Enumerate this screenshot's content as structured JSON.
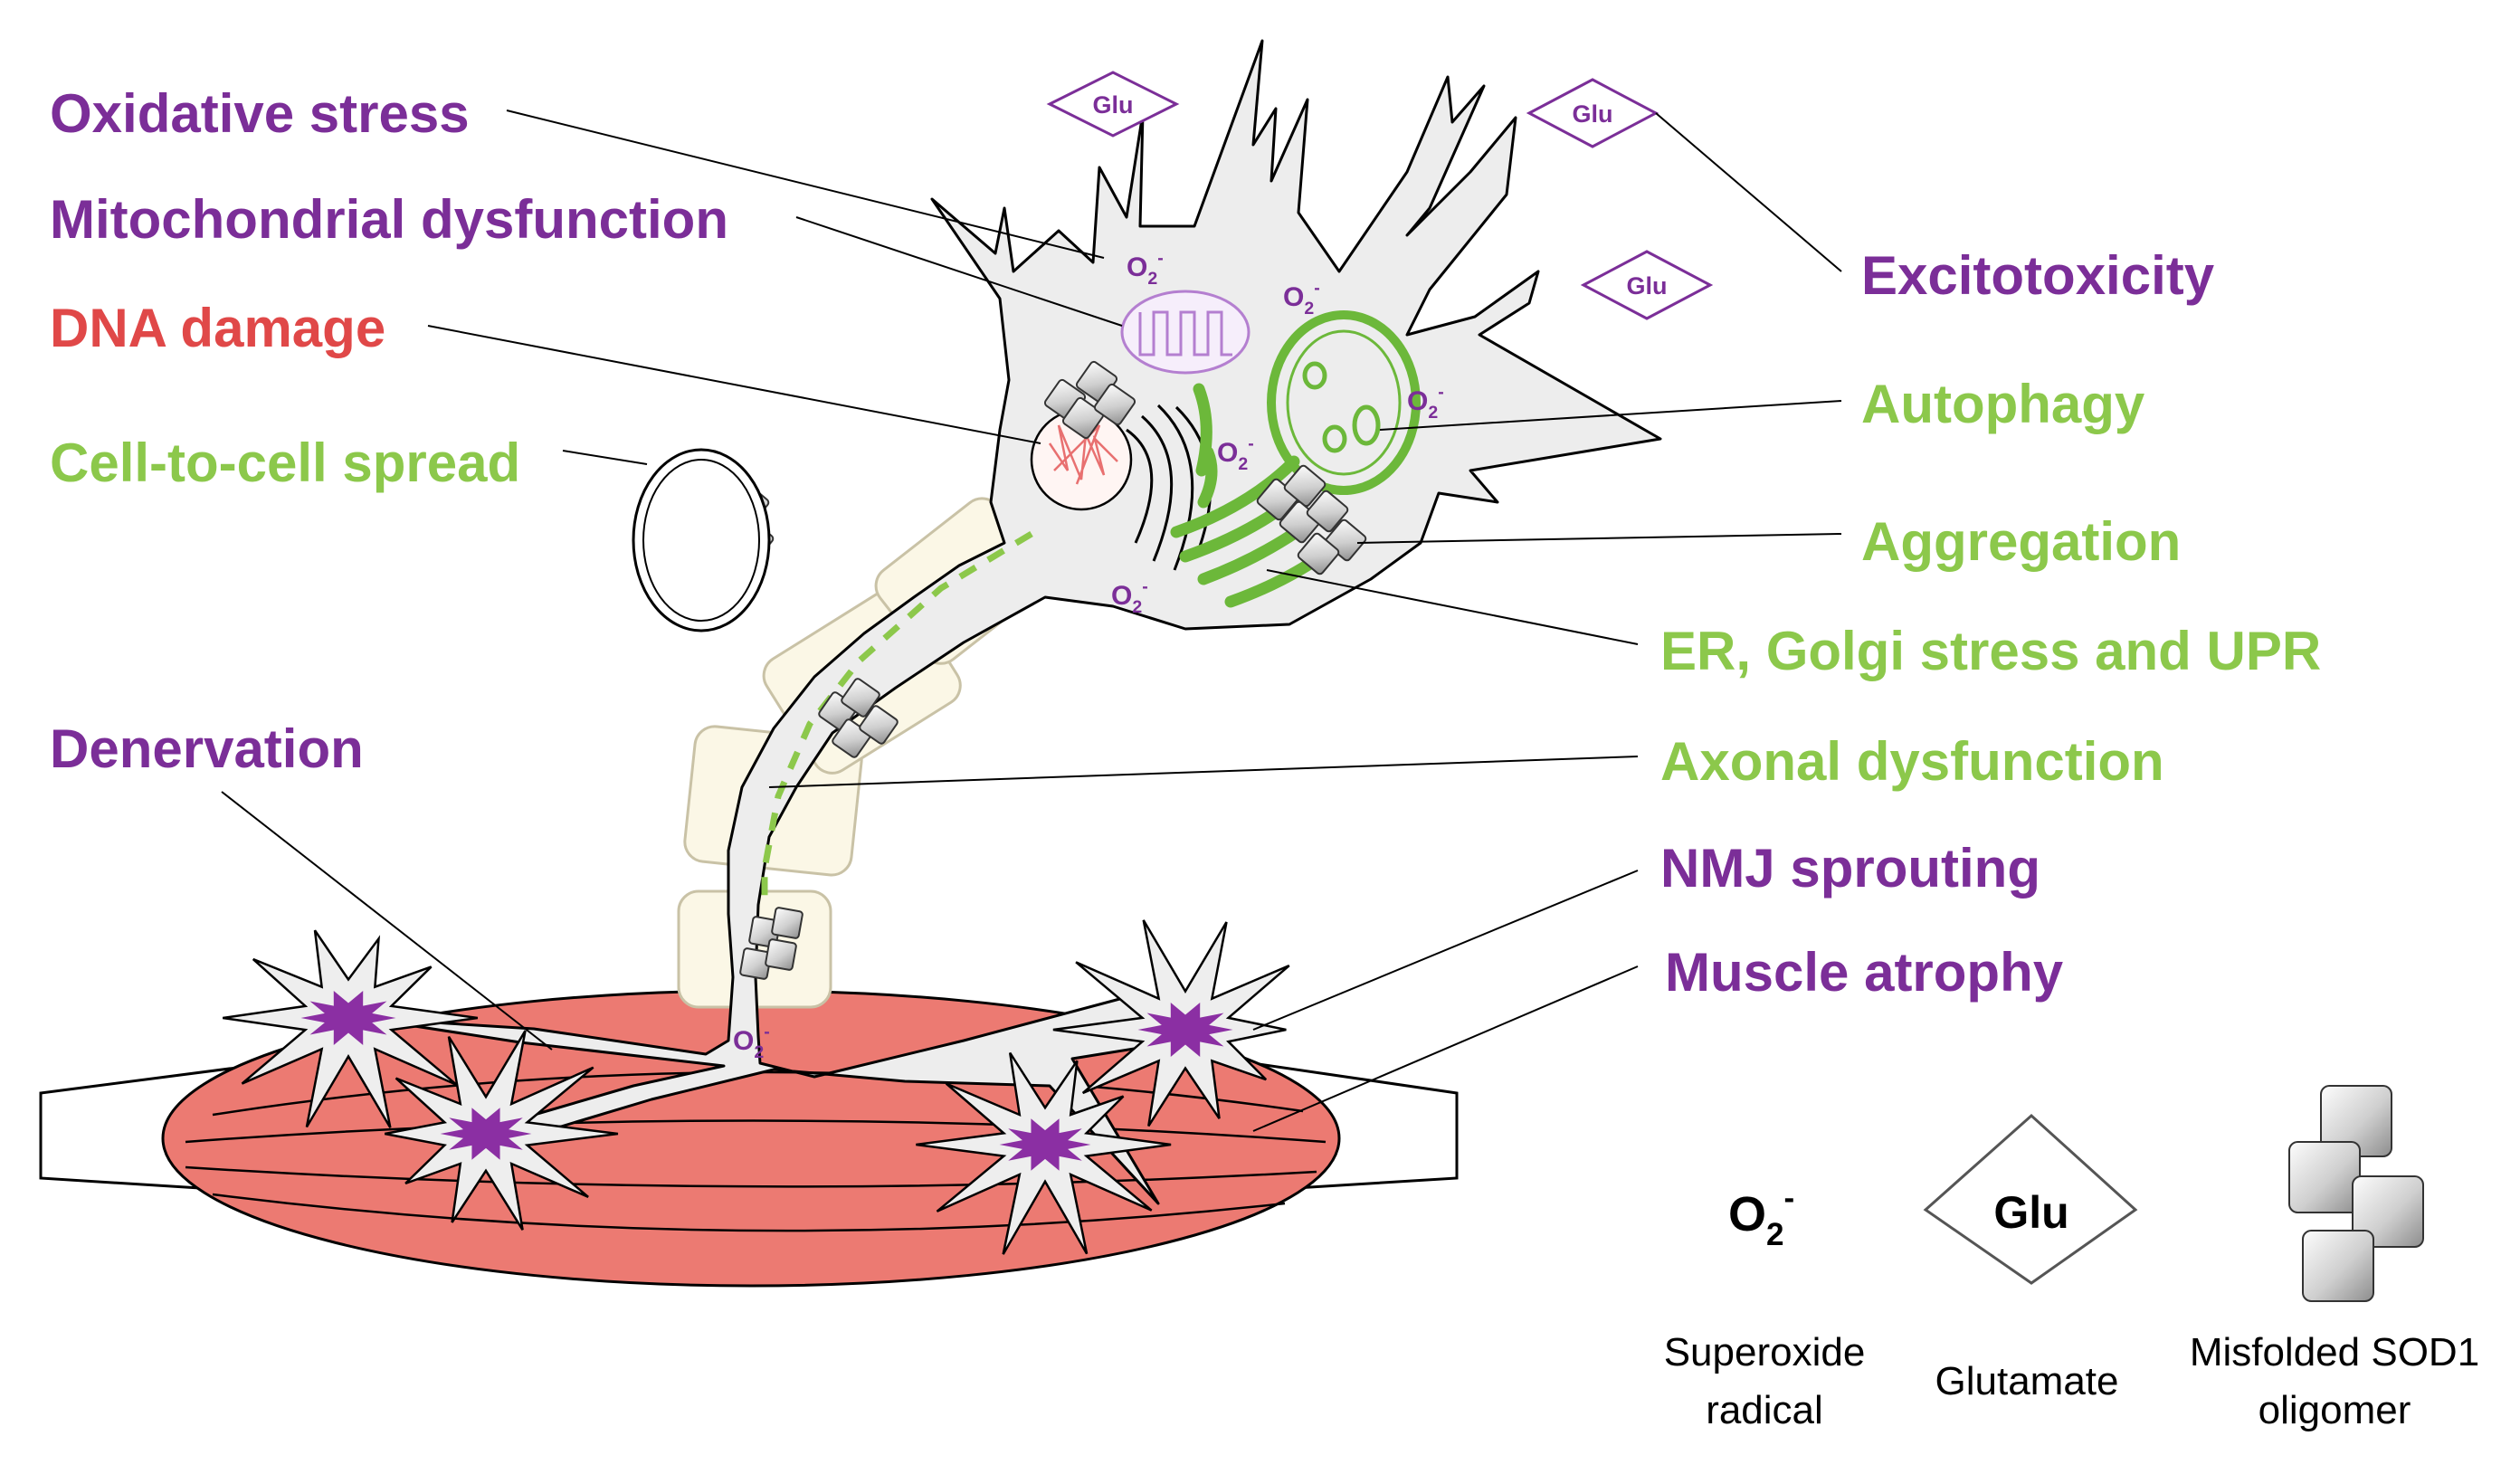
{
  "labels": {
    "oxidative_stress": "Oxidative stress",
    "mitochondrial_dysfunction": "Mitochondrial dysfunction",
    "dna_damage": "DNA damage",
    "cell_to_cell_spread": "Cell-to-cell spread",
    "denervation": "Denervation",
    "excitotoxicity": "Excitotoxicity",
    "autophagy": "Autophagy",
    "aggregation": "Aggregation",
    "er_golgi": "ER, Golgi stress and UPR",
    "axonal_dysfunction": "Axonal dysfunction",
    "nmj_sprouting": "NMJ sprouting",
    "muscle_atrophy": "Muscle atrophy"
  },
  "glu_tag": "Glu",
  "o2": {
    "base": "O",
    "sub": "2",
    "sup": "-"
  },
  "legend": {
    "superoxide_line1": "Superoxide",
    "superoxide_line2": "radical",
    "glutamate": "Glutamate",
    "sod1_line1": "Misfolded SOD1",
    "sod1_line2": "oligomer"
  },
  "colors": {
    "purple": "#7b2e98",
    "red": "#e04848",
    "green": "#8cc84b",
    "muscle": "#ec7a72",
    "schwann": "#fbf7e6",
    "neuron": "#ededed"
  }
}
